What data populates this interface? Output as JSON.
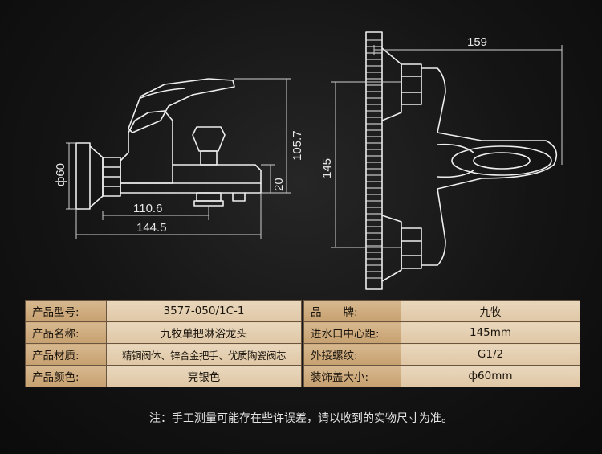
{
  "dimensions": {
    "width_159": "159",
    "height_105_7": "105.7",
    "height_145": "145",
    "diameter_60": "ф60",
    "length_110_6": "110.6",
    "length_144_5": "144.5",
    "height_20": "20"
  },
  "spec_left": [
    {
      "label": "产品型号:",
      "value": "3577-050/1C-1"
    },
    {
      "label": "产品名称:",
      "value": "九牧单把淋浴龙头"
    },
    {
      "label": "产品材质:",
      "value": "精铜阀体、锌合金把手、优质陶瓷阀芯"
    },
    {
      "label": "产品颜色:",
      "value": "亮银色"
    }
  ],
  "spec_right": [
    {
      "label": "品　　牌:",
      "value": "九牧"
    },
    {
      "label": "进水口中心距:",
      "value": "145mm"
    },
    {
      "label": "外接螺纹:",
      "value": "G1/2"
    },
    {
      "label": "装饰盖大小:",
      "value": "ф60mm"
    }
  ],
  "note": "注：手工测量可能存在些许误差，请以收到的实物尺寸为准。"
}
